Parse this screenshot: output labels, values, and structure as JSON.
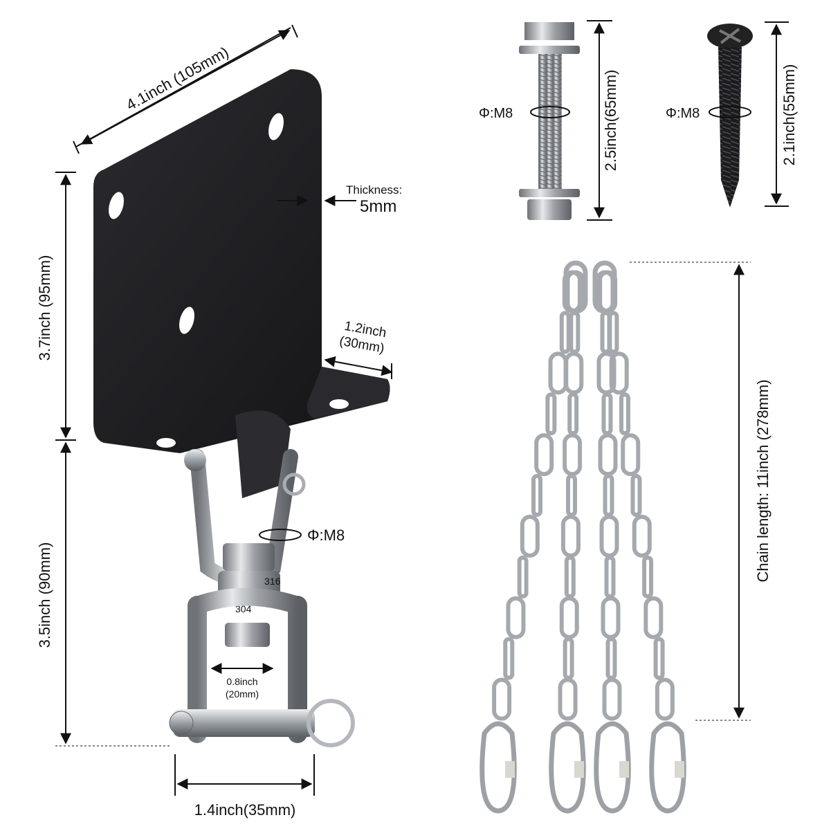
{
  "bracket": {
    "width_label": "4.1inch (105mm)",
    "height_label": "3.7inch (95mm)",
    "thickness_title": "Thickness:",
    "thickness_value": "5mm",
    "flange_label_line1": "1.2inch",
    "flange_label_line2": "(30mm)"
  },
  "swivel": {
    "height_label": "3.5inch (90mm)",
    "pin_diameter_label": "Φ:M8",
    "opening_label_line1": "0.8inch",
    "opening_label_line2": "(20mm)",
    "width_label": "1.4inch(35mm)",
    "stamp_top": "316",
    "stamp_bottom": "304"
  },
  "bolt": {
    "diameter_label": "Φ:M8",
    "length_label": "2.5inch(65mm)"
  },
  "screw": {
    "diameter_label": "Φ:M8",
    "length_label": "2.1inch(55mm)"
  },
  "chain": {
    "length_label": "Chain length: 11inch (278mm)"
  },
  "colors": {
    "background": "#ffffff",
    "bracket": "#1f1f22",
    "steel": "#b9bcc0",
    "screw": "#1a1a1a",
    "dimension_line": "#111111"
  }
}
